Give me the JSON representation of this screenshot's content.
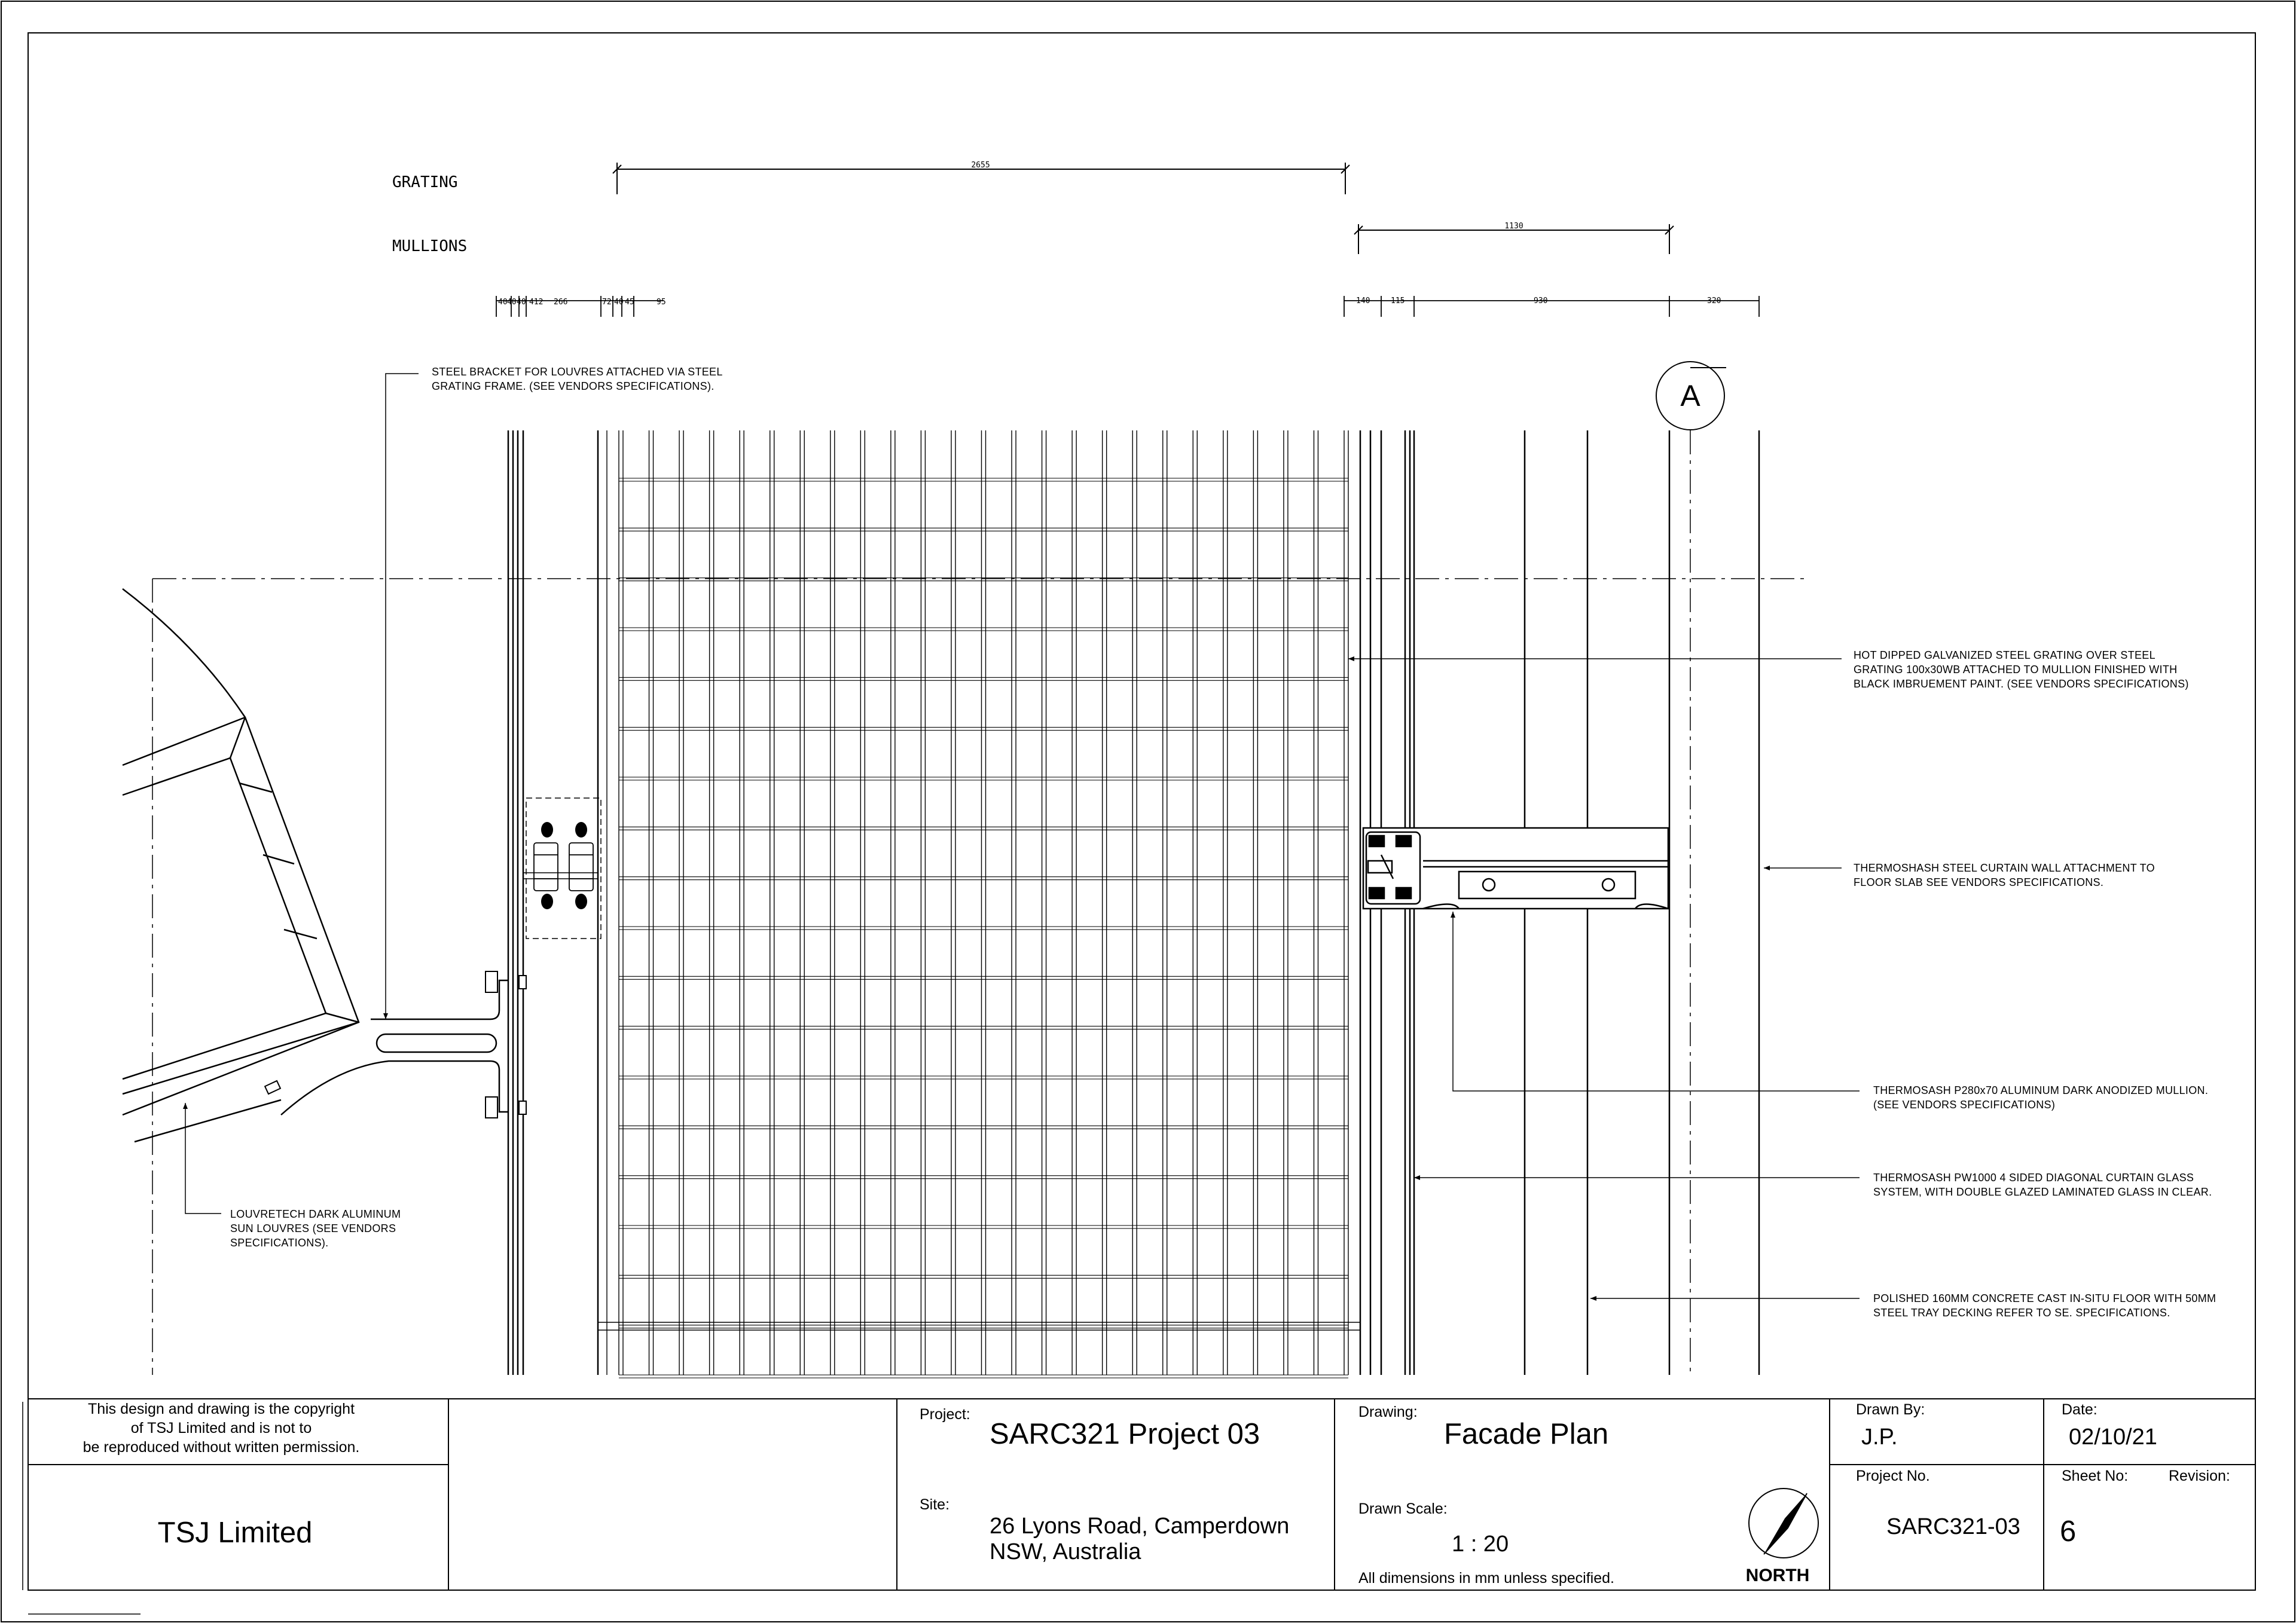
{
  "dimension_labels": {
    "grating": "GRATING",
    "mullions": "MULLIONS",
    "grating_span": "2655",
    "mullion_span": "1130",
    "left_small": [
      "40",
      "40",
      "40",
      "412",
      "266",
      "72",
      "40",
      "45",
      "95"
    ],
    "right_small": [
      "140",
      "115",
      "930",
      "320"
    ]
  },
  "section_marker": "A",
  "annotations": {
    "bracket_line1": "STEEL BRACKET FOR LOUVRES ATTACHED VIA STEEL",
    "bracket_line2": "GRATING FRAME. (SEE VENDORS SPECIFICATIONS).",
    "grating_line1": "HOT DIPPED GALVANIZED STEEL GRATING OVER STEEL",
    "grating_line2": "GRATING 100x30WB ATTACHED TO MULLION FINISHED WITH",
    "grating_line3": "BLACK IMBRUEMENT PAINT. (SEE VENDORS SPECIFICATIONS)",
    "wall_line1": "THERMOSHASH STEEL CURTAIN WALL ATTACHMENT TO",
    "wall_line2": "FLOOR SLAB SEE VENDORS SPECIFICATIONS.",
    "mullion_line1": "THERMOSASH P280x70 ALUMINUM DARK ANODIZED MULLION.",
    "mullion_line2": "(SEE VENDORS SPECIFICATIONS)",
    "glass_line1": "THERMOSASH PW1000 4 SIDED DIAGONAL CURTAIN GLASS",
    "glass_line2": "SYSTEM, WITH DOUBLE GLAZED LAMINATED GLASS IN CLEAR.",
    "floor_line1": "POLISHED 160MM CONCRETE CAST IN-SITU FLOOR WITH 50MM",
    "floor_line2": "STEEL TRAY DECKING REFER TO SE. SPECIFICATIONS.",
    "louvre_line1": "LOUVRETECH DARK ALUMINUM",
    "louvre_line2": "SUN LOUVRES (SEE VENDORS",
    "louvre_line3": "SPECIFICATIONS)."
  },
  "title_block": {
    "copyright_line1": "This design and drawing is the copyright",
    "copyright_line2": "of TSJ Limited and is not to",
    "copyright_line3": "be reproduced without written permission.",
    "company": "TSJ Limited",
    "project_label": "Project:",
    "project": "SARC321 Project 03",
    "site_label": "Site:",
    "site_line1": "26 Lyons Road, Camperdown",
    "site_line2": "NSW, Australia",
    "drawing_label": "Drawing:",
    "drawing": "Facade Plan",
    "scale_label": "Drawn Scale:",
    "scale": "1 : 20",
    "dimensions_note": "All dimensions in mm unless specified.",
    "north": "NORTH",
    "drawn_by_label": "Drawn By:",
    "drawn_by": "J.P.",
    "date_label": "Date:",
    "date": "02/10/21",
    "project_no_label": "Project No.",
    "project_no": "SARC321-03",
    "sheet_no_label": "Sheet No:",
    "sheet_no": "6",
    "revision_label": "Revision:",
    "revision": ""
  }
}
